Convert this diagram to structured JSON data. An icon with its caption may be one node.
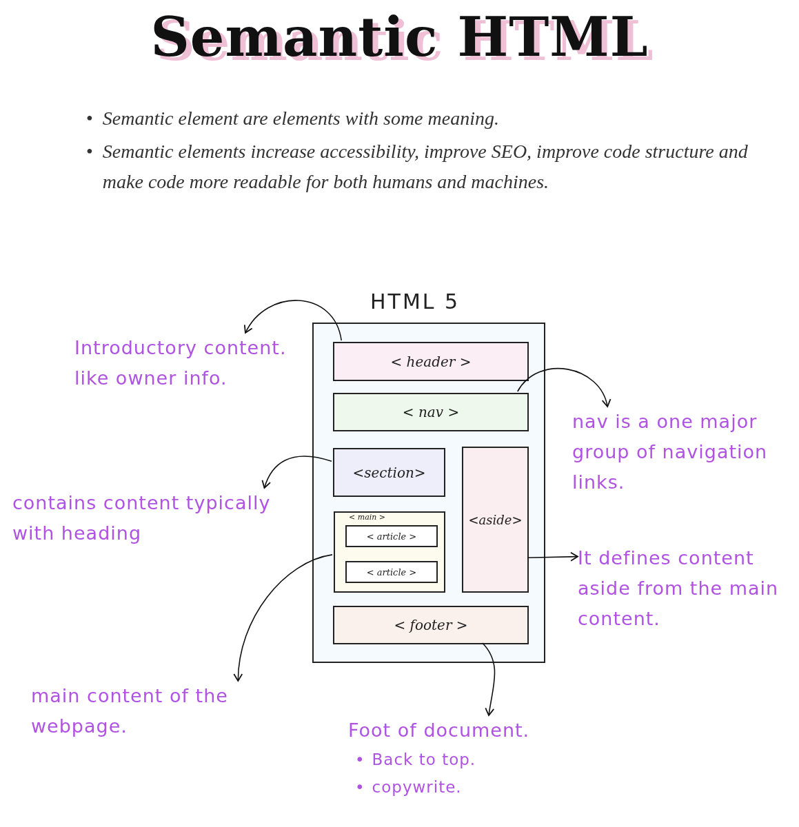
{
  "diagram": {
    "title": "Semantic HTML",
    "nodes": [
      {
        "text": [
          "HTML 5"
        ]
      },
      {
        "text": [
          "< header >"
        ],
        "in": 0
      },
      {
        "text": [
          "< nav >"
        ],
        "in": 0
      },
      {
        "text": [
          "<section>"
        ],
        "in": 0
      },
      {
        "text": [
          "<aside>"
        ],
        "in": 0
      },
      {
        "text": [
          "< main >"
        ],
        "in": 0
      },
      {
        "text": [
          "< article >"
        ],
        "in": 5
      },
      {
        "text": [
          "< article >"
        ],
        "in": 5
      },
      {
        "text": [
          "< footer >"
        ],
        "in": 0
      },
      {
        "text": [
          "Introductory content. like owner info."
        ]
      },
      {
        "text": [
          "nav is a one major group of navigation links."
        ]
      },
      {
        "text": [
          "contains content typically with heading"
        ]
      },
      {
        "text": [
          "It defines content aside from the main content."
        ]
      },
      {
        "text": [
          "main content of the webpage."
        ]
      },
      {
        "text": [
          "Foot of document.",
          "•",
          "Back to top.",
          "•",
          "copywrite."
        ]
      }
    ],
    "edges": [
      {
        "from": 1,
        "to": 9,
        "arrow": "to"
      },
      {
        "from": 2,
        "to": 10,
        "arrow": "to"
      },
      {
        "from": 3,
        "to": 11,
        "arrow": "to"
      },
      {
        "from": 4,
        "to": 12,
        "arrow": "to"
      },
      {
        "from": 5,
        "to": 13,
        "arrow": "to"
      },
      {
        "from": 8,
        "to": 14,
        "arrow": "to"
      }
    ],
    "labels": [
      "•",
      "Semantic element are elements with some meaning.",
      "•",
      "Semantic elements increase accessibility, improve SEO, improve code structure and make code more readable for both humans and machines."
    ]
  }
}
